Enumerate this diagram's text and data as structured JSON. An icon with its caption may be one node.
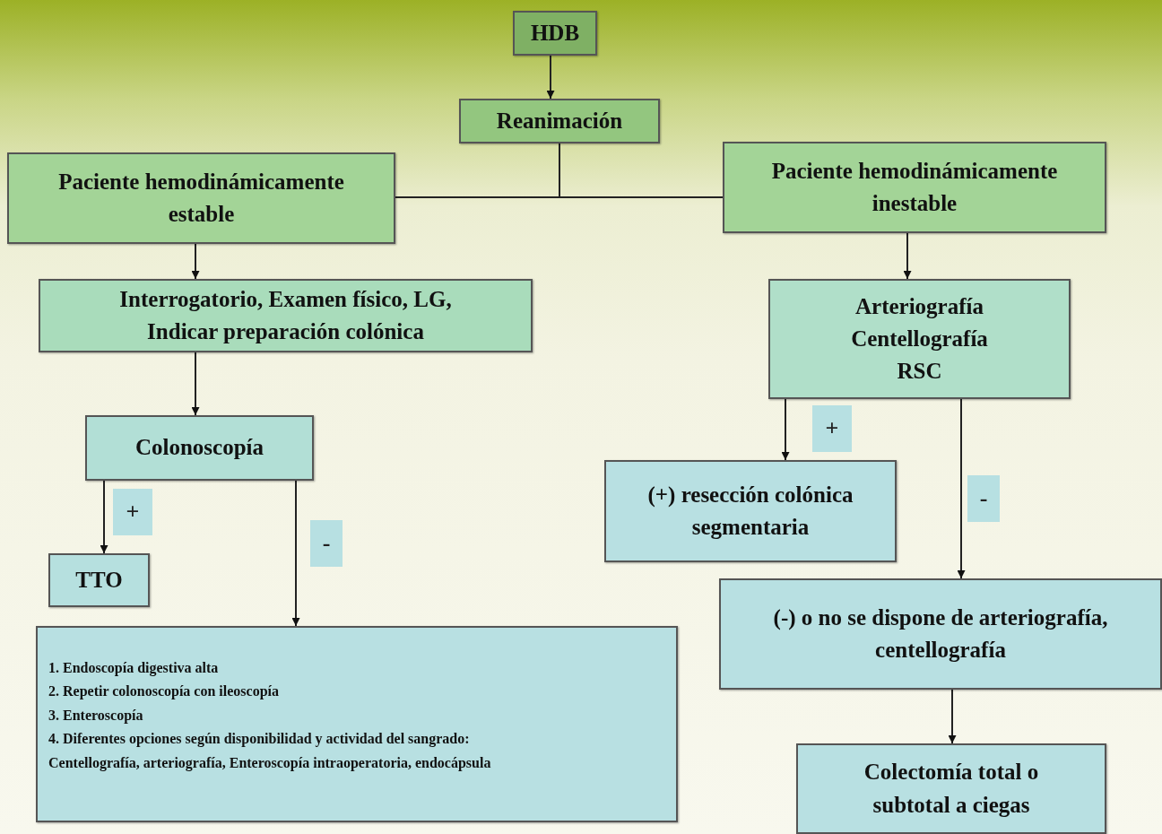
{
  "diagram": {
    "nodes": [
      {
        "text": [
          "HDB"
        ]
      },
      {
        "text": [
          "Reanimación"
        ]
      },
      {
        "text": [
          "Paciente hemodinámicamente estable"
        ]
      },
      {
        "text": [
          "Paciente hemodinámicamente inestable"
        ]
      },
      {
        "text": [
          "Interrogatorio, Examen físico, LG, Indicar preparación colónica"
        ]
      },
      {
        "text": [
          "Arteriografía",
          "Centellografía",
          "RSC"
        ]
      },
      {
        "text": [
          "Colonoscopía"
        ]
      },
      {
        "text": [
          "TTO"
        ]
      },
      {
        "text": [
          "1. Endoscopía digestiva alta",
          "2. Repetir colonoscopía con ileoscopía",
          "3. Enteroscopía",
          "4. Diferentes opciones según disponibilidad y actividad del sangrado: Centellografía, arteriografía, Enteroscopía intraoperatoria, endocápsula"
        ]
      },
      {
        "text": [
          "(+) resección colónica segmentaria"
        ]
      },
      {
        "text": [
          "(-) o no se dispone de arteriografía, centellografía"
        ]
      },
      {
        "text": [
          "Colectomía total o subtotal a ciegas"
        ]
      }
    ],
    "edges": [
      {
        "from": 0,
        "to": 1,
        "arrow": "to"
      },
      {
        "from": 1,
        "to": 2,
        "arrow": "none"
      },
      {
        "from": 1,
        "to": 3,
        "arrow": "none"
      },
      {
        "from": 2,
        "to": 4,
        "arrow": "to"
      },
      {
        "from": 4,
        "to": 6,
        "arrow": "to"
      },
      {
        "from": 6,
        "to": 7,
        "arrow": "to",
        "label": "+"
      },
      {
        "from": 6,
        "to": 8,
        "arrow": "to",
        "label": "-"
      },
      {
        "from": 3,
        "to": 5,
        "arrow": "to"
      },
      {
        "from": 5,
        "to": 9,
        "arrow": "to",
        "label": "+"
      },
      {
        "from": 5,
        "to": 10,
        "arrow": "to",
        "label": "-"
      },
      {
        "from": 10,
        "to": 11,
        "arrow": "to"
      }
    ]
  }
}
